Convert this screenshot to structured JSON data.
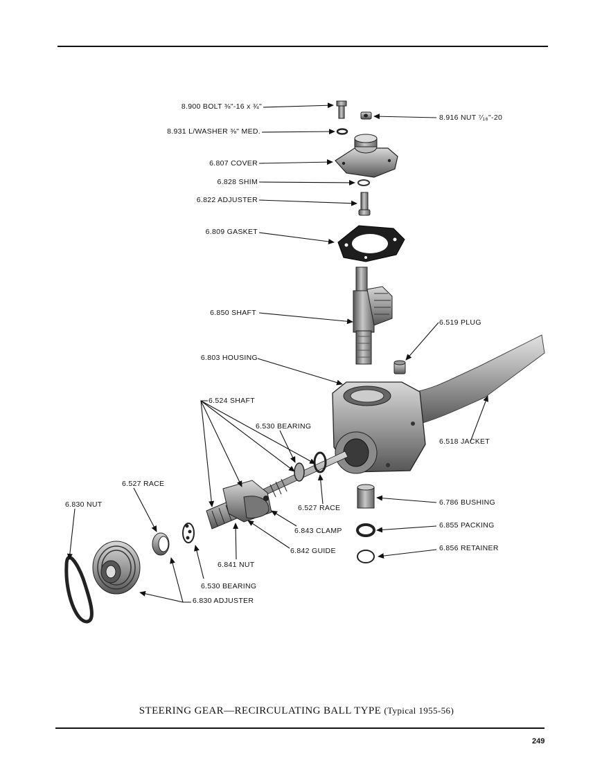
{
  "labels": {
    "bolt": "8.900 BOLT ⅜\"-16 x ¾\"",
    "nut_916": "8.916 NUT ⁷⁄₁₆\"-20",
    "washer": "8.931 L/WASHER ⅜\" MED.",
    "cover": "6.807 COVER",
    "shim": "6.828 SHIM",
    "adjuster_822": "6.822 ADJUSTER",
    "gasket": "6.809 GASKET",
    "shaft_850": "6.850 SHAFT",
    "plug": "6.519 PLUG",
    "housing": "6.803 HOUSING",
    "shaft_524": "6.524 SHAFT",
    "bearing_upper": "6.530 BEARING",
    "jacket": "6.518 JACKET",
    "race_left": "6.527 RACE",
    "nut_830": "6.830 NUT",
    "race_right": "6.527 RACE",
    "bushing": "6.786 BUSHING",
    "clamp": "6.843 CLAMP",
    "packing": "6.855 PACKING",
    "guide": "6.842 GUIDE",
    "retainer": "6.856 RETAINER",
    "nut_841": "6.841 NUT",
    "bearing_lower": "6.530 BEARING",
    "adjuster_830": "6.830 ADJUSTER"
  },
  "caption": {
    "main": "STEERING GEAR—RECIRCULATING BALL TYPE",
    "sub": "(Typical 1955-56)"
  },
  "page_number": "249"
}
